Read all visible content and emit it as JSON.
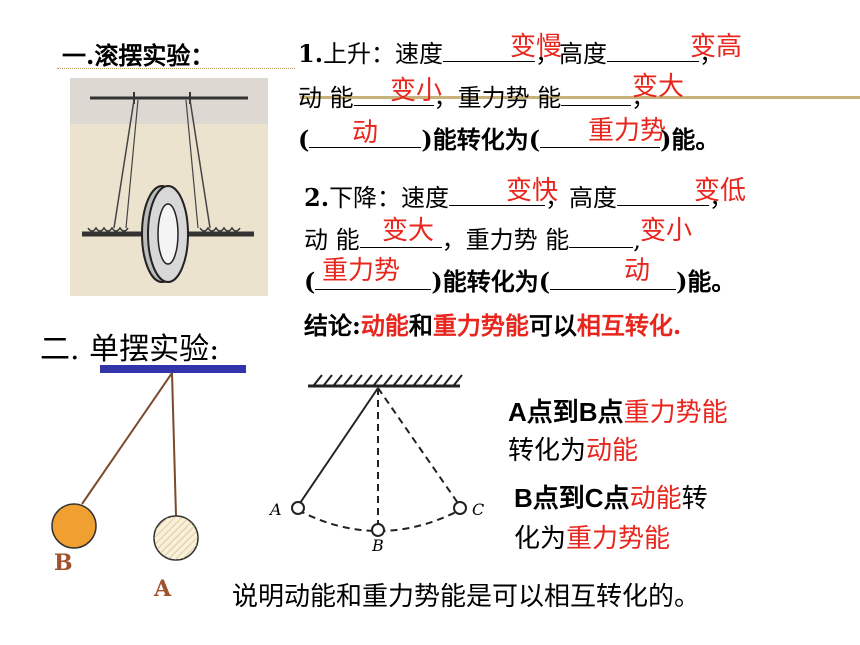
{
  "section1": {
    "title": "一.滚摆实验：",
    "rise": {
      "line1": [
        "1.",
        "上升：速度",
        "，高度",
        "，"
      ],
      "line2": [
        "动 能",
        "，重力势 能",
        "，"
      ],
      "line3": [
        "(",
        ")能转化为(",
        ")能。"
      ],
      "answers": {
        "speed": "变慢",
        "height": "变高",
        "ke": "变小",
        "pe": "变大",
        "from": "动",
        "to": "重力势"
      }
    },
    "fall": {
      "line1": [
        "2.",
        "下降：速度",
        "，高度",
        "，"
      ],
      "line2": [
        "动 能",
        "，重力势 能",
        ","
      ],
      "line3": [
        "(",
        ")能转化为(",
        ")能。"
      ],
      "answers": {
        "speed": "变快",
        "height": "变低",
        "ke": "变大",
        "pe": "变小",
        "from": "重力势",
        "to": "动"
      }
    },
    "conclusion": {
      "prefix": "结论:",
      "a": "动能",
      "and": "和",
      "b": "重力势能",
      "mid": "可以",
      "c": "相互转化."
    }
  },
  "section2": {
    "title": "二. 单摆实验:",
    "label_b": "B",
    "label_a": "A",
    "diagram_labels": {
      "a": "A",
      "b": "B",
      "c": "C"
    },
    "ab": {
      "p1": "A点到B点",
      "r1": "重力势能",
      "p2": "转化为",
      "r2": "动能"
    },
    "bc": {
      "p1": "B点到C点",
      "r1": "动能",
      "p2": "转",
      "p3": "化为",
      "r2": "重力势能"
    },
    "summary": "说明动能和重力势能是可以相互转化的。"
  },
  "colors": {
    "accent_red": "#e8261e",
    "orange_ball": "#f0a030",
    "bar_blue": "#3333aa",
    "label_brown": "#a0522d"
  }
}
